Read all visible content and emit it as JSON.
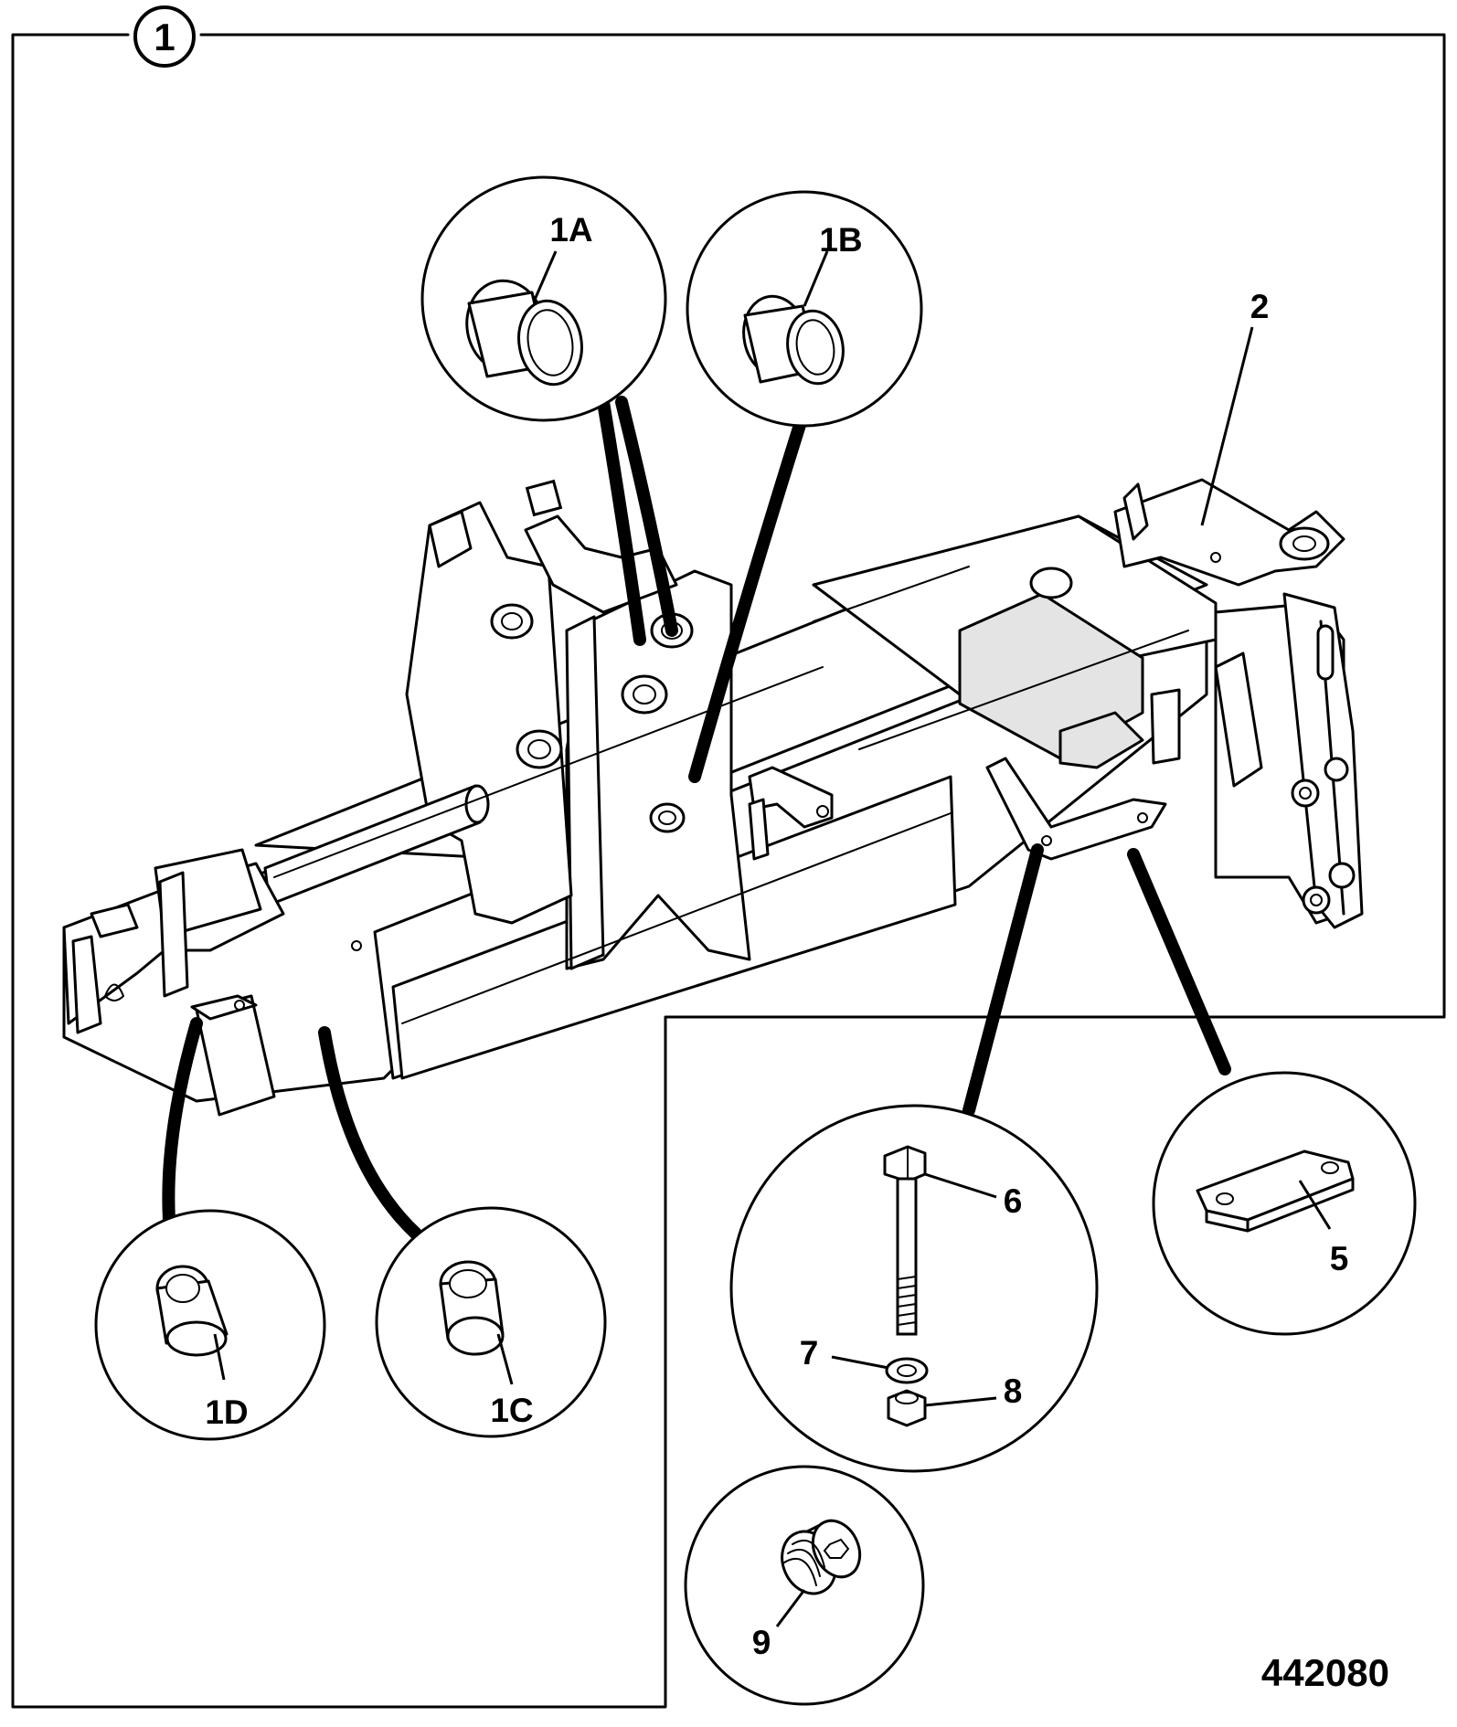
{
  "figure_number": "442080",
  "callout_main": "1",
  "labels": {
    "l1A": "1A",
    "l1B": "1B",
    "l1C": "1C",
    "l1D": "1D",
    "l2": "2",
    "l5": "5",
    "l6": "6",
    "l7": "7",
    "l8": "8",
    "l9": "9"
  }
}
